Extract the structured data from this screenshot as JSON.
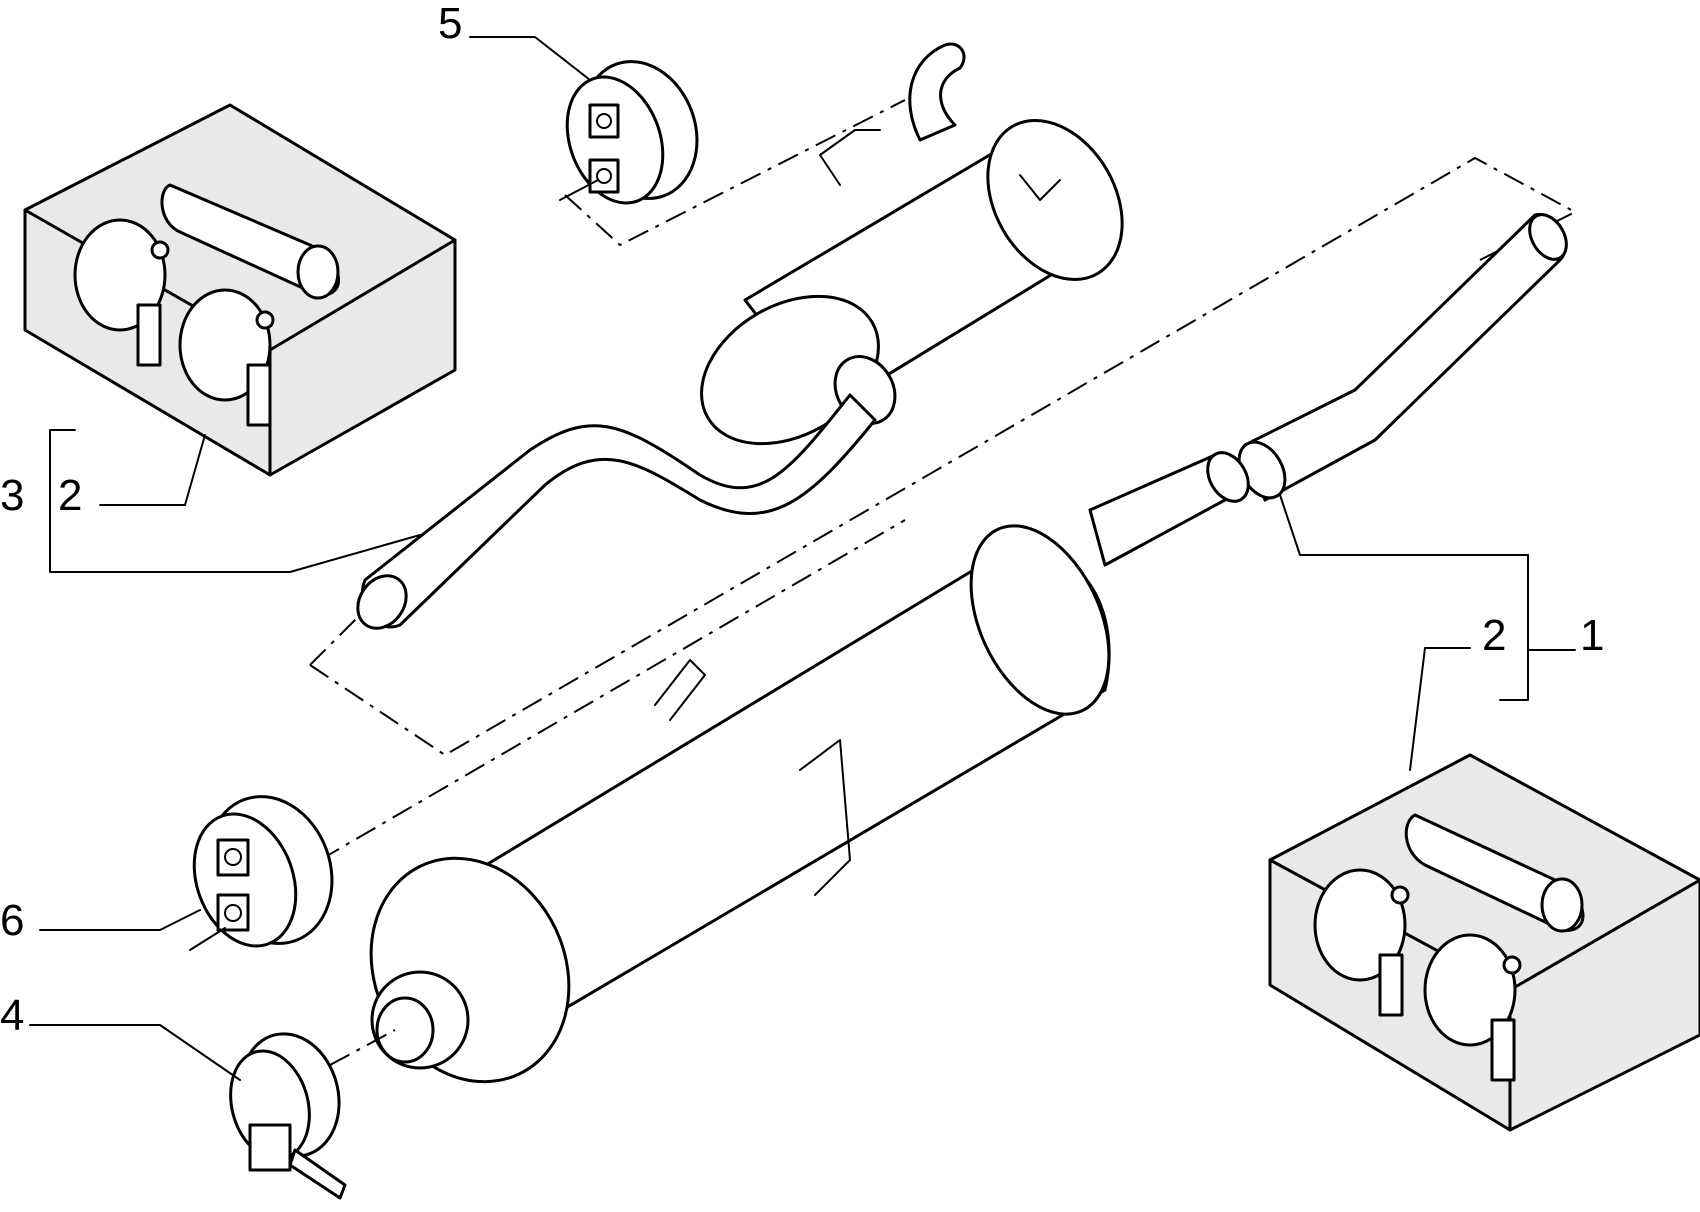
{
  "callouts": {
    "c1": "1",
    "c2_right": "2",
    "c2_left": "2",
    "c3": "3",
    "c4": "4",
    "c5": "5",
    "c6": "6"
  }
}
